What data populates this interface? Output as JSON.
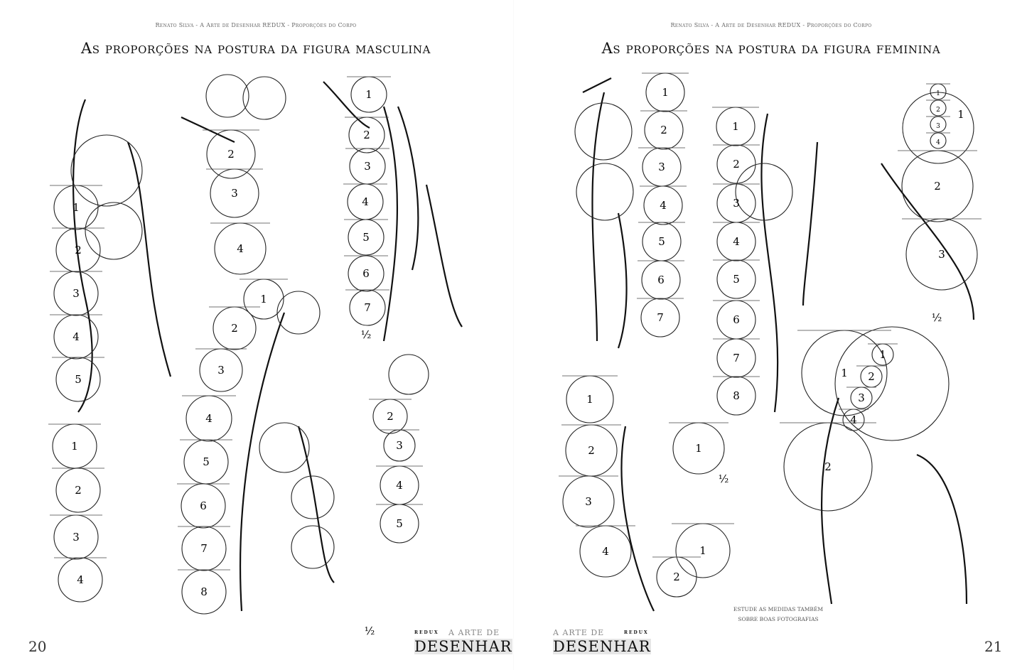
{
  "left_page": {
    "running_header": "Renato Silva - A Arte de Desenhar REDUX - Proporções do Corpo",
    "title": "As proporções na postura da figura masculina",
    "page_number": "20",
    "logo": {
      "redux": "REDUX",
      "line1": "A ARTE DE",
      "line2": "DESENHAR"
    }
  },
  "right_page": {
    "running_header": "Renato Silva - A Arte de Desenhar REDUX - Proporções do Corpo",
    "title": "As proporções na postura da figura feminina",
    "page_number": "21",
    "logo": {
      "redux": "REDUX",
      "line1": "A ARTE DE",
      "line2": "DESENHAR"
    },
    "note": [
      "ESTUDE AS MEDIDAS TAMBÉM",
      "SOBRE BOAS FOTOGRAFIAS"
    ]
  },
  "figures": [
    {
      "name": "male-back-view",
      "labels": [
        "1",
        "2",
        "3",
        "4",
        "5"
      ]
    },
    {
      "name": "male-torso-back",
      "labels": [
        "2",
        "3",
        "4"
      ]
    },
    {
      "name": "male-side-walking",
      "labels": [
        "1",
        "2",
        "3",
        "4",
        "5",
        "6",
        "7",
        "½"
      ]
    },
    {
      "name": "male-upper-back",
      "labels": [
        "1",
        "2",
        "3",
        "4"
      ]
    },
    {
      "name": "male-front-stepping",
      "labels": [
        "1",
        "2",
        "3",
        "4",
        "5",
        "6",
        "7",
        "8"
      ]
    },
    {
      "name": "male-back-standing",
      "labels": [
        "2",
        "3",
        "4",
        "5",
        "½"
      ]
    },
    {
      "name": "female-front-standing",
      "labels": [
        "1",
        "2",
        "3",
        "4",
        "5",
        "6",
        "7"
      ]
    },
    {
      "name": "female-side-standing",
      "labels": [
        "1",
        "2",
        "3",
        "4",
        "5",
        "6",
        "7",
        "8"
      ]
    },
    {
      "name": "female-kneeling",
      "labels": [
        "1",
        "2",
        "3",
        "4",
        "1",
        "2",
        "3",
        "½"
      ]
    },
    {
      "name": "female-crouching",
      "labels": [
        "1",
        "2",
        "3",
        "4",
        "1",
        "½",
        "1",
        "2"
      ]
    },
    {
      "name": "female-portrait",
      "labels": [
        "1",
        "2",
        "3",
        "4",
        "1",
        "2"
      ]
    }
  ]
}
